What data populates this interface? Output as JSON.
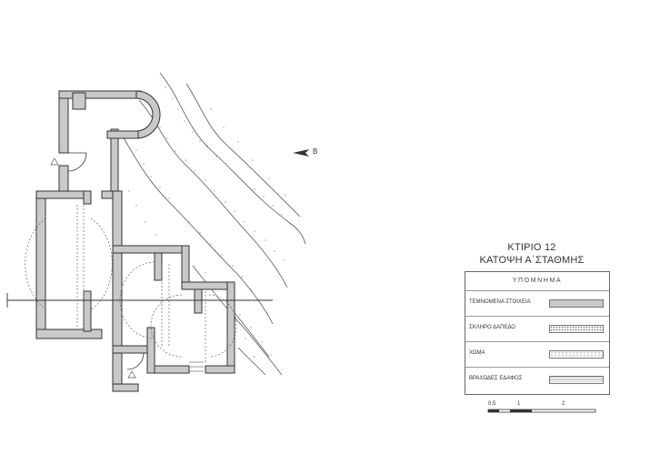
{
  "drawing": {
    "title_line1": "ΚΤΙΡΙΟ 12",
    "title_line2": "ΚΑΤΟΨΗ Α΄ΣΤΑΘΜΗΣ",
    "north_label": "Β"
  },
  "legend": {
    "heading": "ΥΠΟΜΝΗΜΑ",
    "items": [
      {
        "label": "ΤΕΜΝΟΜΕΝΑ ΣΤΟΙΧΕΙΑ",
        "pattern": "solid-gray"
      },
      {
        "label": "ΣΚΛΗΡΟ ΔΑΠΕΔΟ",
        "pattern": "dense-dots"
      },
      {
        "label": "ΧΩΜΑ",
        "pattern": "sparse-dots"
      },
      {
        "label": "ΒΡΑΧΩΔΕΣ ΕΔΑΦΟΣ",
        "pattern": "horizontal-lines"
      }
    ]
  },
  "scale": {
    "labels": [
      "0.5",
      "1",
      "2"
    ]
  },
  "colors": {
    "wall_fill": "#c9c9c9",
    "line": "#333333",
    "terrain": "#555555"
  }
}
